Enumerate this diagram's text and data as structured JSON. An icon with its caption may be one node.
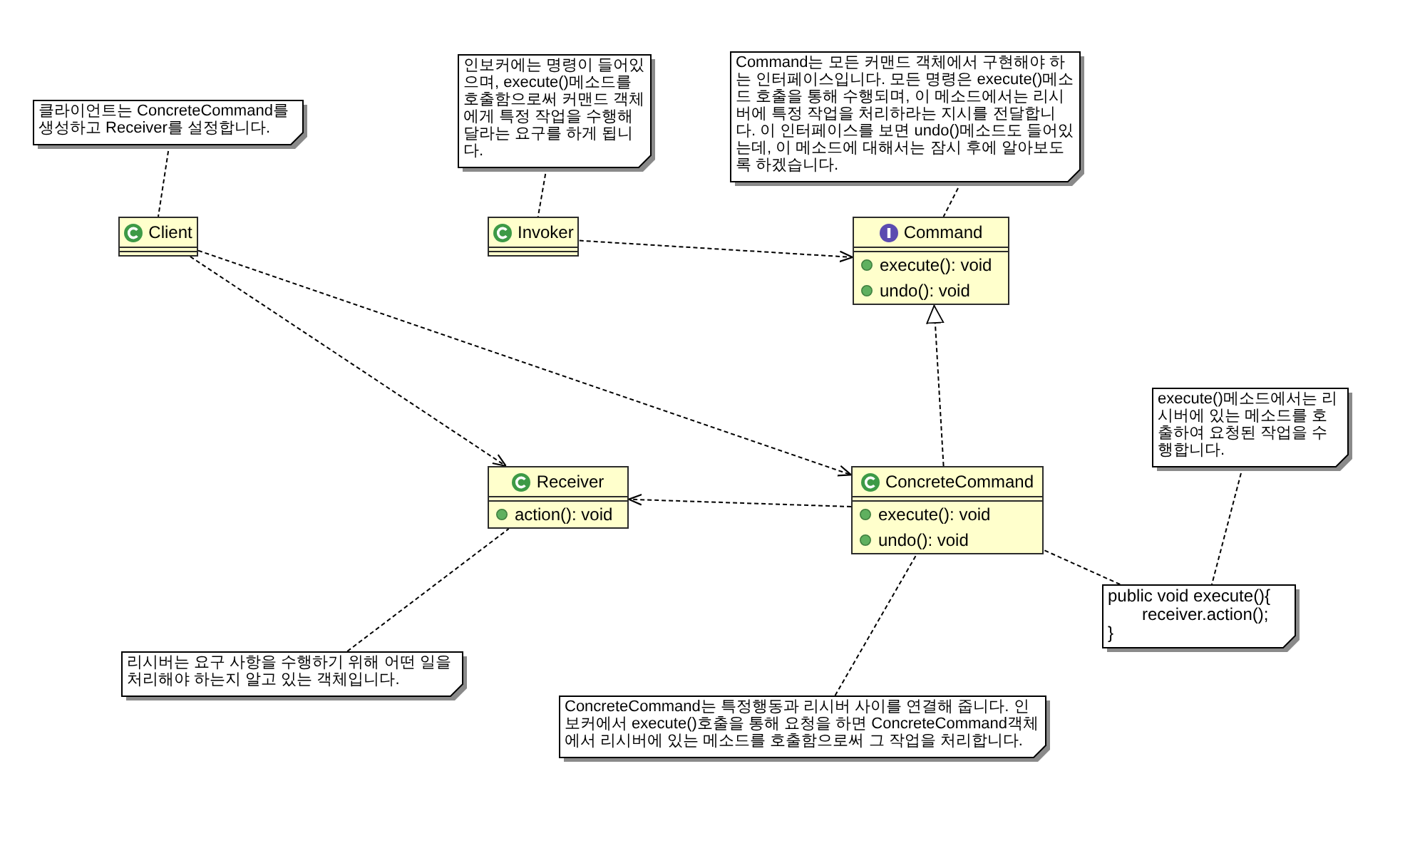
{
  "diagram": {
    "nodes": [
      {
        "text": [
          "클라이언트는 ConcreteCommand를 생성하고 Receiver를 설정합니다."
        ]
      },
      {
        "text": [
          "인보커에는 명령이 들어있으며, execute()메소드를 호출함으로써 커맨드 객체에게 특정 작업을 수행해 달라는 요구를 하게 됩니다."
        ]
      },
      {
        "text": [
          "Command는 모든 커맨드 객체에서 구현해야 하는 인터페이스입니다. 모든 명령은 execute()메소드 호출을 통해 수행되며, 이 메소드에서는 리시버에 특정 작업을 처리하라는 지시를 전달합니다. 이 인터페이스를 보면 undo()메소드도 들어있는데, 이 메소드에 대해서는 잠시 후에 알아보도록 하겠습니다."
        ]
      },
      {
        "text": [
          "Client"
        ]
      },
      {
        "text": [
          "Invoker"
        ]
      },
      {
        "text": [
          "Command",
          "execute(): void",
          "undo(): void"
        ]
      },
      {
        "text": [
          "execute()메소드에서는 리시버에 있는 메소드를 호출하여 요청된 작업을 수행합니다."
        ]
      },
      {
        "text": [
          "Receiver",
          "action(): void"
        ]
      },
      {
        "text": [
          "ConcreteCommand",
          "execute(): void",
          "undo(): void"
        ]
      },
      {
        "text": [
          "public void execute(){",
          "receiver.action();",
          "}"
        ]
      },
      {
        "text": [
          "리시버는 요구 사항을 수행하기 위해 어떤 일을 처리해야 하는지 알고 있는 객체입니다."
        ]
      },
      {
        "text": [
          "ConcreteCommand는 특정행동과 리시버 사이를 연결해 줍니다. 인보커에서 execute()호출을 통해 요청을 하면 ConcreteCommand객체에서 리시버에 있는 메소드를 호출함으로써 그 작업을 처리합니다."
        ]
      }
    ],
    "edges": [
      {
        "from": 0,
        "to": 3,
        "arrow": "none"
      },
      {
        "from": 1,
        "to": 4,
        "arrow": "none"
      },
      {
        "from": 2,
        "to": 5,
        "arrow": "none"
      },
      {
        "from": 4,
        "to": 5,
        "arrow": "to"
      },
      {
        "from": 3,
        "to": 7,
        "arrow": "to"
      },
      {
        "from": 3,
        "to": 8,
        "arrow": "to"
      },
      {
        "from": 8,
        "to": 5,
        "arrow": "to"
      },
      {
        "from": 8,
        "to": 7,
        "arrow": "to"
      },
      {
        "from": 10,
        "to": 7,
        "arrow": "none"
      },
      {
        "from": 11,
        "to": 8,
        "arrow": "none"
      },
      {
        "from": 9,
        "to": 8,
        "arrow": "none"
      },
      {
        "from": 6,
        "to": 9,
        "arrow": "none"
      }
    ]
  }
}
